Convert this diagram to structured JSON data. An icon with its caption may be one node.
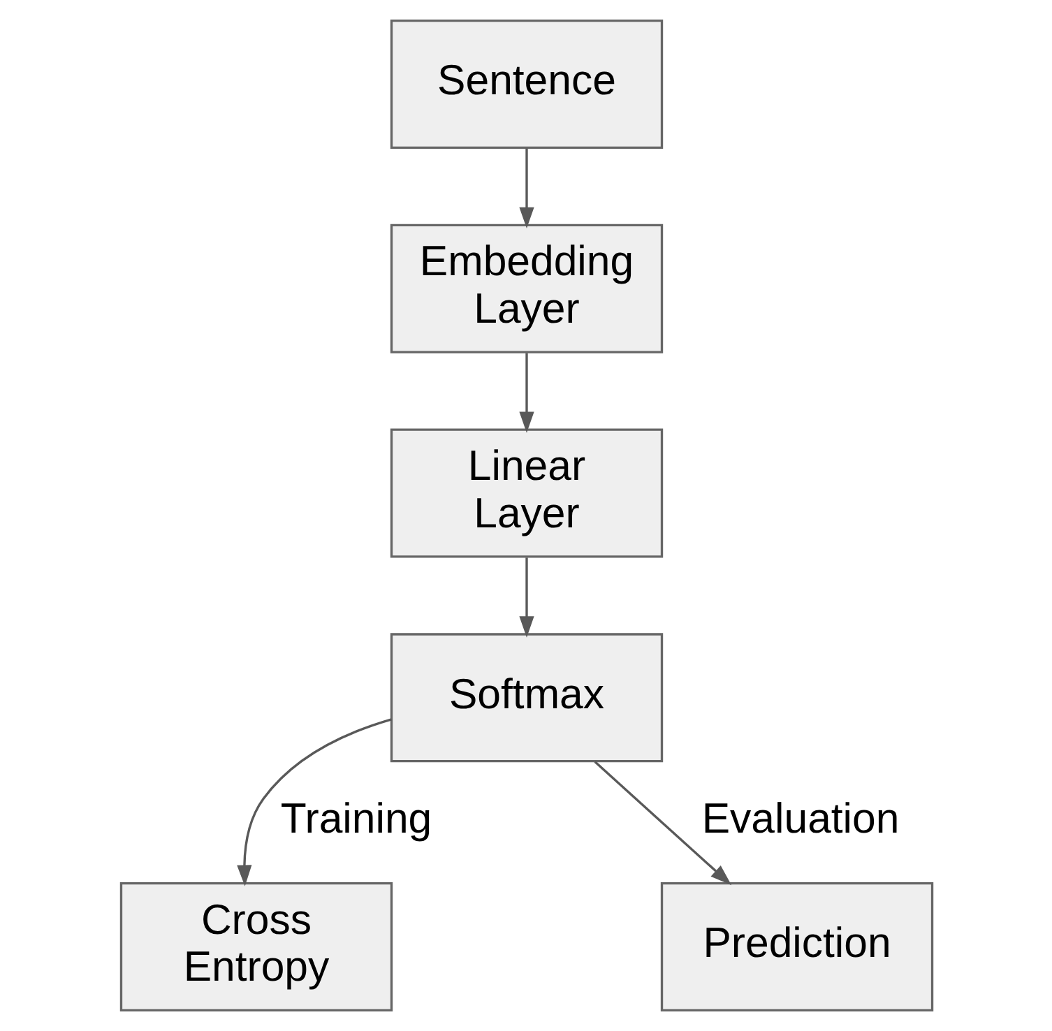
{
  "diagram": {
    "nodes": [
      {
        "text": [
          "Sentence"
        ]
      },
      {
        "text": [
          "Embedding Layer"
        ]
      },
      {
        "text": [
          "Linear Layer"
        ]
      },
      {
        "text": [
          "Softmax"
        ]
      },
      {
        "text": [
          "Cross Entropy"
        ]
      },
      {
        "text": [
          "Prediction"
        ]
      }
    ],
    "edges": [
      {
        "from": 0,
        "to": 1,
        "arrow": "to"
      },
      {
        "from": 1,
        "to": 2,
        "arrow": "to"
      },
      {
        "from": 2,
        "to": 3,
        "arrow": "to"
      },
      {
        "from": 3,
        "to": 4,
        "arrow": "to",
        "label": "Training"
      },
      {
        "from": 3,
        "to": 5,
        "arrow": "to",
        "label": "Evaluation"
      }
    ]
  }
}
